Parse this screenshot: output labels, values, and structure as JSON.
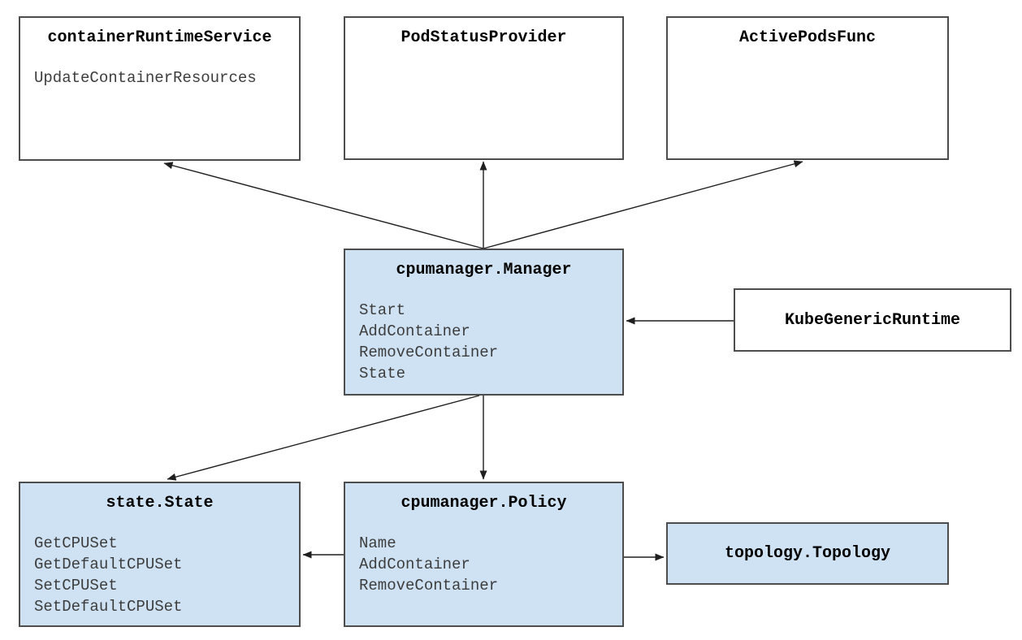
{
  "diagram": {
    "colors": {
      "node_fill_blue": "#cfe2f3",
      "node_fill_white": "#ffffff",
      "node_border": "#4d4d4d",
      "title_text": "#000000",
      "method_text": "#3d3d3d",
      "arrow": "#1f1f1f",
      "background": "#ffffff"
    },
    "boxes": [
      {
        "id": "container-runtime-service",
        "title": "containerRuntimeService",
        "fill": "#ffffff",
        "methods": [
          "UpdateContainerResources"
        ]
      },
      {
        "id": "pod-status-provider",
        "title": "PodStatusProvider",
        "fill": "#ffffff",
        "methods": []
      },
      {
        "id": "active-pods-func",
        "title": "ActivePodsFunc",
        "fill": "#ffffff",
        "methods": []
      },
      {
        "id": "cpumanager-manager",
        "title": "cpumanager.Manager",
        "fill": "#cfe2f3",
        "methods": [
          "Start",
          "AddContainer",
          "RemoveContainer",
          "State"
        ]
      },
      {
        "id": "kube-generic-runtime",
        "title": "KubeGenericRuntime",
        "fill": "#ffffff",
        "methods": []
      },
      {
        "id": "state-state",
        "title": "state.State",
        "fill": "#cfe2f3",
        "methods": [
          "GetCPUSet",
          "GetDefaultCPUSet",
          "SetCPUSet",
          "SetDefaultCPUSet"
        ]
      },
      {
        "id": "cpumanager-policy",
        "title": "cpumanager.Policy",
        "fill": "#cfe2f3",
        "methods": [
          "Name",
          "AddContainer",
          "RemoveContainer"
        ]
      },
      {
        "id": "topology-topology",
        "title": "topology.Topology",
        "fill": "#cfe2f3",
        "methods": []
      }
    ],
    "edges": [
      {
        "from": "cpumanager-manager",
        "to": "container-runtime-service"
      },
      {
        "from": "cpumanager-manager",
        "to": "pod-status-provider"
      },
      {
        "from": "cpumanager-manager",
        "to": "active-pods-func"
      },
      {
        "from": "kube-generic-runtime",
        "to": "cpumanager-manager"
      },
      {
        "from": "cpumanager-manager",
        "to": "state-state"
      },
      {
        "from": "cpumanager-manager",
        "to": "cpumanager-policy"
      },
      {
        "from": "cpumanager-policy",
        "to": "state-state"
      },
      {
        "from": "cpumanager-policy",
        "to": "topology-topology"
      }
    ]
  }
}
